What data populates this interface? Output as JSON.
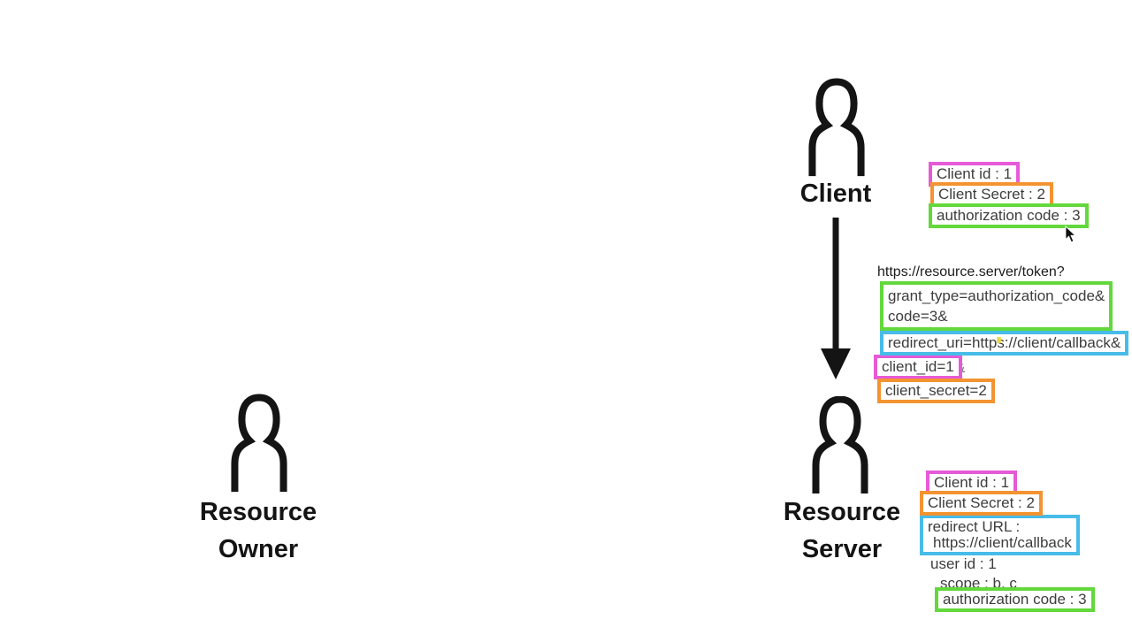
{
  "colors": {
    "pink": "#e65ad7",
    "orange": "#f39331",
    "green": "#63d83c",
    "blue": "#47bce9",
    "text": "#3d3d3d",
    "ink": "#141414",
    "artifact": "#e8d94e"
  },
  "actors": {
    "client": {
      "label": "Client"
    },
    "resource_owner": {
      "line1": "Resource",
      "line2": "Owner"
    },
    "resource_server": {
      "line1": "Resource",
      "line2": "Server"
    }
  },
  "client_tokens": {
    "client_id": "Client id : 1",
    "client_secret": "Client Secret : 2",
    "auth_code": "authorization code : 3"
  },
  "token_request": {
    "url": "https://resource.server/token?",
    "grant_type_line1": "grant_type=authorization_code&",
    "grant_type_line2": "code=3&",
    "redirect_uri": "redirect_uri=https://client/callback&",
    "client_id": "client_id=1",
    "client_id_suffix": "&",
    "client_secret": "client_secret=2"
  },
  "server_records": {
    "client_id": "Client id : 1",
    "client_secret": "Client Secret : 2",
    "redirect_url_line1": "redirect URL :",
    "redirect_url_line2": "https://client/callback",
    "user_id": "user id : 1",
    "scope": "scope : b, c",
    "auth_code": "authorization code : 3"
  }
}
